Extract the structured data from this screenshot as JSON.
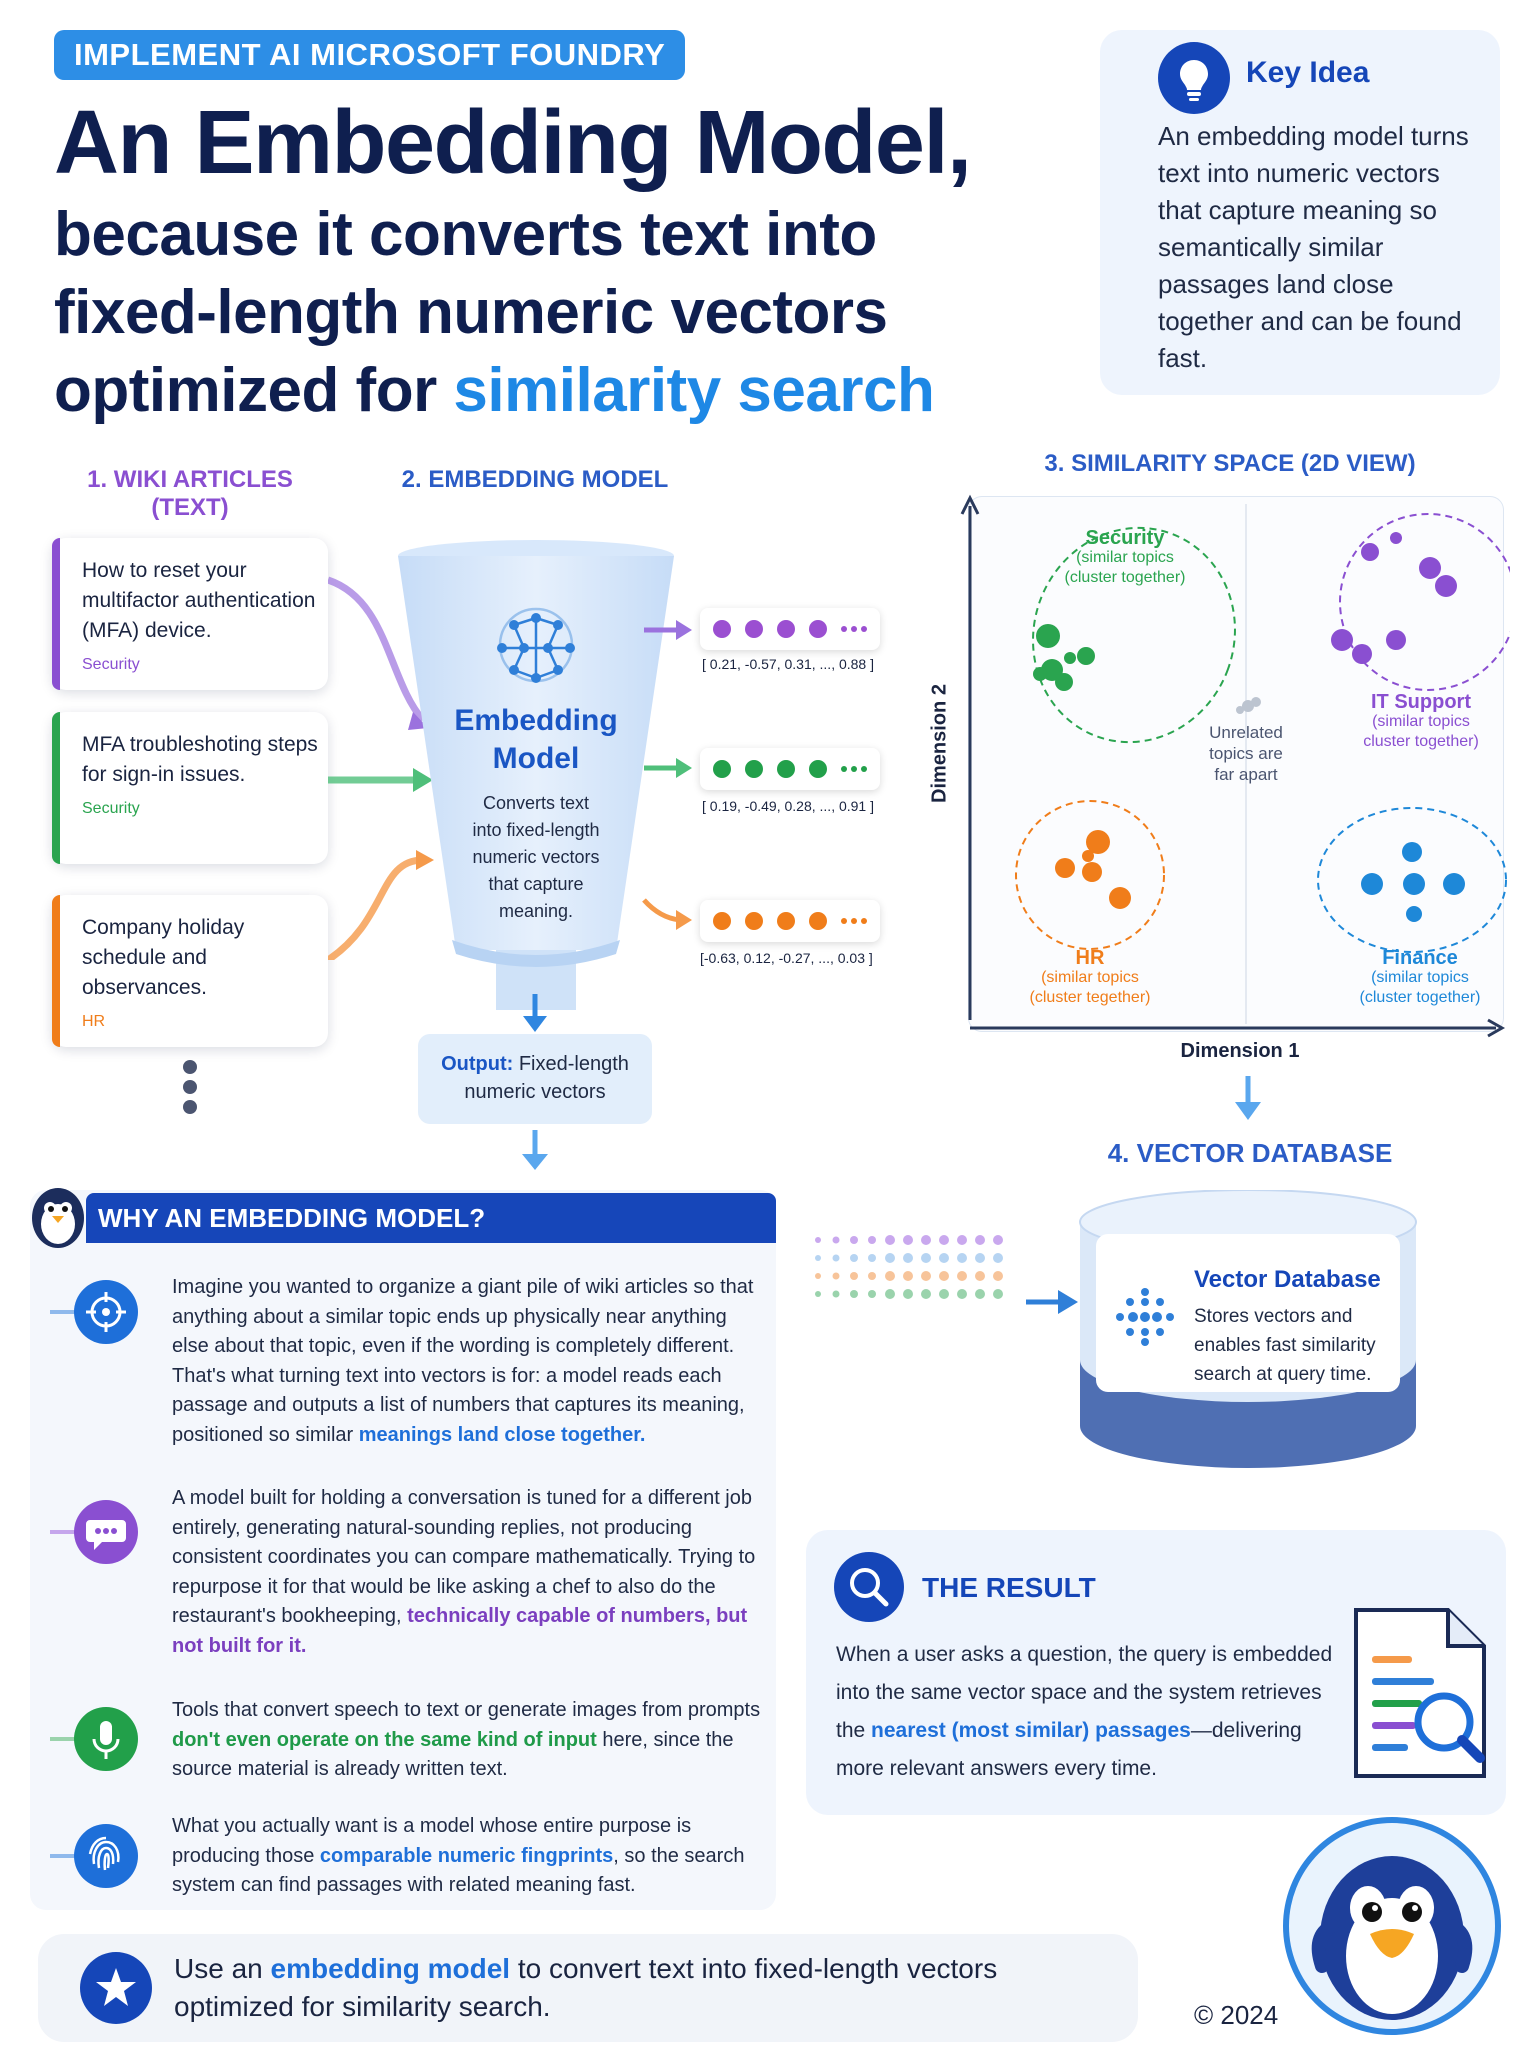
{
  "tag": "IMPLEMENT AI MICROSOFT FOUNDRY",
  "title": {
    "line1": "An Embedding Model,",
    "line2": "because it converts text into",
    "line3": "fixed-length numeric vectors",
    "line4_a": "optimized for ",
    "line4_b": "similarity search"
  },
  "key_idea": {
    "title": "Key Idea",
    "text": "An embedding model turns text into numeric vectors that capture meaning so semantically similar passages land close together and can be found fast."
  },
  "step1": {
    "label_line1": "1. WIKI ARTICLES",
    "label_line2": "(TEXT)"
  },
  "step2": {
    "label": "2. EMBEDDING MODEL"
  },
  "step3": {
    "label": "3. SIMILARITY SPACE (2D VIEW)"
  },
  "step4": {
    "label": "4. VECTOR DATABASE"
  },
  "cards": [
    {
      "text": "How to reset your multifactor authentication (MFA) device.",
      "category": "Security"
    },
    {
      "text": "MFA troubleshoting steps for sign-in issues.",
      "category": "Security"
    },
    {
      "text": "Company holiday schedule and observances.",
      "category": "HR"
    }
  ],
  "model": {
    "title_line1": "Embedding",
    "title_line2": "Model",
    "desc": "Converts text into fixed-length numeric vectors that capture meaning."
  },
  "vectors": [
    "[ 0.21, -0.57, 0.31, ..., 0.88 ]",
    "[ 0.19, -0.49, 0.28, ..., 0.91 ]",
    "[-0.63, 0.12, -0.27, ..., 0.03 ]"
  ],
  "output": {
    "bold": "Output:",
    "text": " Fixed-length numeric vectors"
  },
  "space": {
    "xlabel": "Dimension 1",
    "ylabel": "Dimension 2",
    "clusters": [
      {
        "name": "Security",
        "sub1": "(similar topics",
        "sub2": "(cluster together)"
      },
      {
        "name": "IT Support",
        "sub1": "(similar topics",
        "sub2": "cluster together)"
      },
      {
        "name": "HR",
        "sub1": "(similar topics",
        "sub2": "(cluster tegether)"
      },
      {
        "name": "Finance",
        "sub1": "(similar topics",
        "sub2": "(cluster together)"
      }
    ],
    "unrelated": [
      "Unrelated",
      "topics are",
      "far apart"
    ]
  },
  "vdb": {
    "title": "Vector Database",
    "desc": "Stores vectors and enables fast similarity search at query time."
  },
  "why": {
    "title": "WHY AN EMBEDDING MODEL?",
    "p1_a": "Imagine you wanted to organize a giant pile of wiki articles so that anything about a similar topic ends up physically near anything else about that topic, even if the wording is completely different. That's what turning text into vectors is for: a model reads each passage and outputs a list of numbers that captures its meaning, positioned so similar ",
    "p1_b": "meanings land close together.",
    "p2_a": "A model built for holding a conversation is tuned for a different job entirely, generating natural-sounding replies, not producing consistent coordinates you can compare mathematically. Trying to repurpose it for that would be like asking a chef to also do the restaurant's bookheeping, ",
    "p2_b": "technically capable of numbers, but not built for it.",
    "p3_a": "Tools that convert speech to text or generate images from prompts ",
    "p3_b": "don't even operate on the same kind of input",
    "p3_c": " here, since the source material is already written text.",
    "p4_a": "What you actually want is a model whose entire purpose is producing those ",
    "p4_b": "comparable numeric fingprints",
    "p4_c": ", so the search system can find passages with related meaning fast."
  },
  "result": {
    "title": "THE RESULT",
    "text_a": "When a user asks a question, the query is embedded into the same vector space and the system retrieves the ",
    "text_b": "nearest (most similar) passages",
    "text_c": "—delivering more relevant answers every time."
  },
  "bottom": {
    "a": "Use an ",
    "b": "embedding model",
    "c": " to convert text into fixed-length vectors optimized for similarity search."
  },
  "copyright": "© 2024",
  "colors": {
    "navy": "#1546b8",
    "blue": "#1e88e5",
    "security": "#2aa44f",
    "it": "#7b3fbf",
    "hr": "#f07d1a",
    "finance": "#1e88d8"
  }
}
